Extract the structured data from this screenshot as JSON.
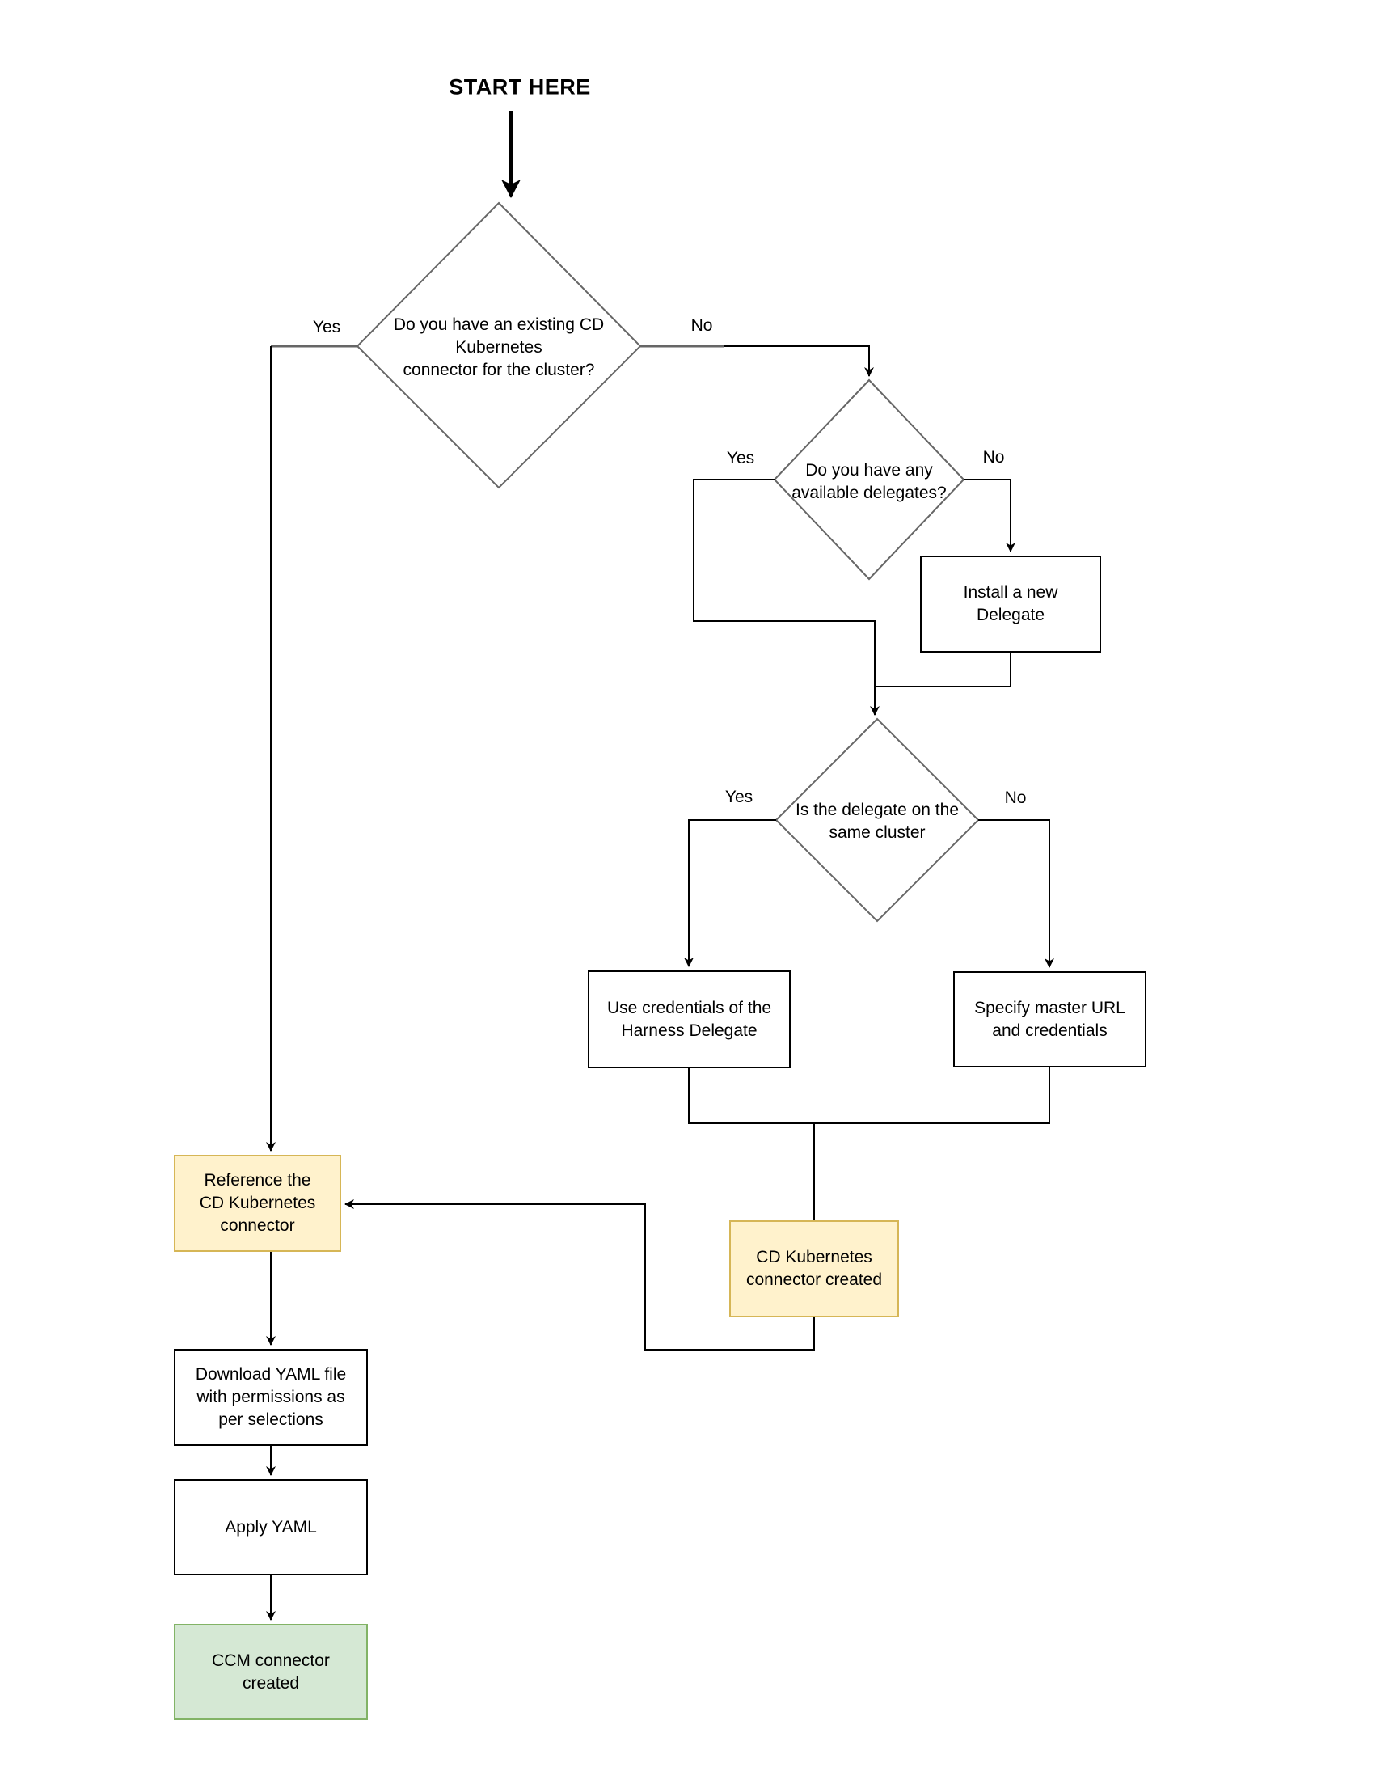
{
  "start_label": "START HERE",
  "decisions": {
    "d1": {
      "text": "Do you have an existing CD\nKubernetes\nconnector for the cluster?",
      "yes": "Yes",
      "no": "No"
    },
    "d2": {
      "text": "Do you have any\navailable delegates?",
      "yes": "Yes",
      "no": "No"
    },
    "d3": {
      "text": "Is the delegate on the\nsame cluster",
      "yes": "Yes",
      "no": "No"
    }
  },
  "boxes": {
    "install_delegate": "Install a new\nDelegate",
    "use_credentials": "Use credentials of the\nHarness Delegate",
    "specify_master": "Specify master URL\nand credentials",
    "cd_connector_created": "CD Kubernetes\nconnector created",
    "reference_connector": "Reference the\nCD Kubernetes\nconnector",
    "download_yaml": "Download YAML file\nwith permissions as\nper selections",
    "apply_yaml": "Apply YAML",
    "ccm_created": "CCM connector\ncreated"
  },
  "colors": {
    "line": "#000000",
    "diamond_stroke": "#666666",
    "yellow_fill": "#fff2cc",
    "yellow_border": "#d6b656",
    "green_fill": "#d5e8d4",
    "green_border": "#82b366",
    "text": "#000000"
  }
}
